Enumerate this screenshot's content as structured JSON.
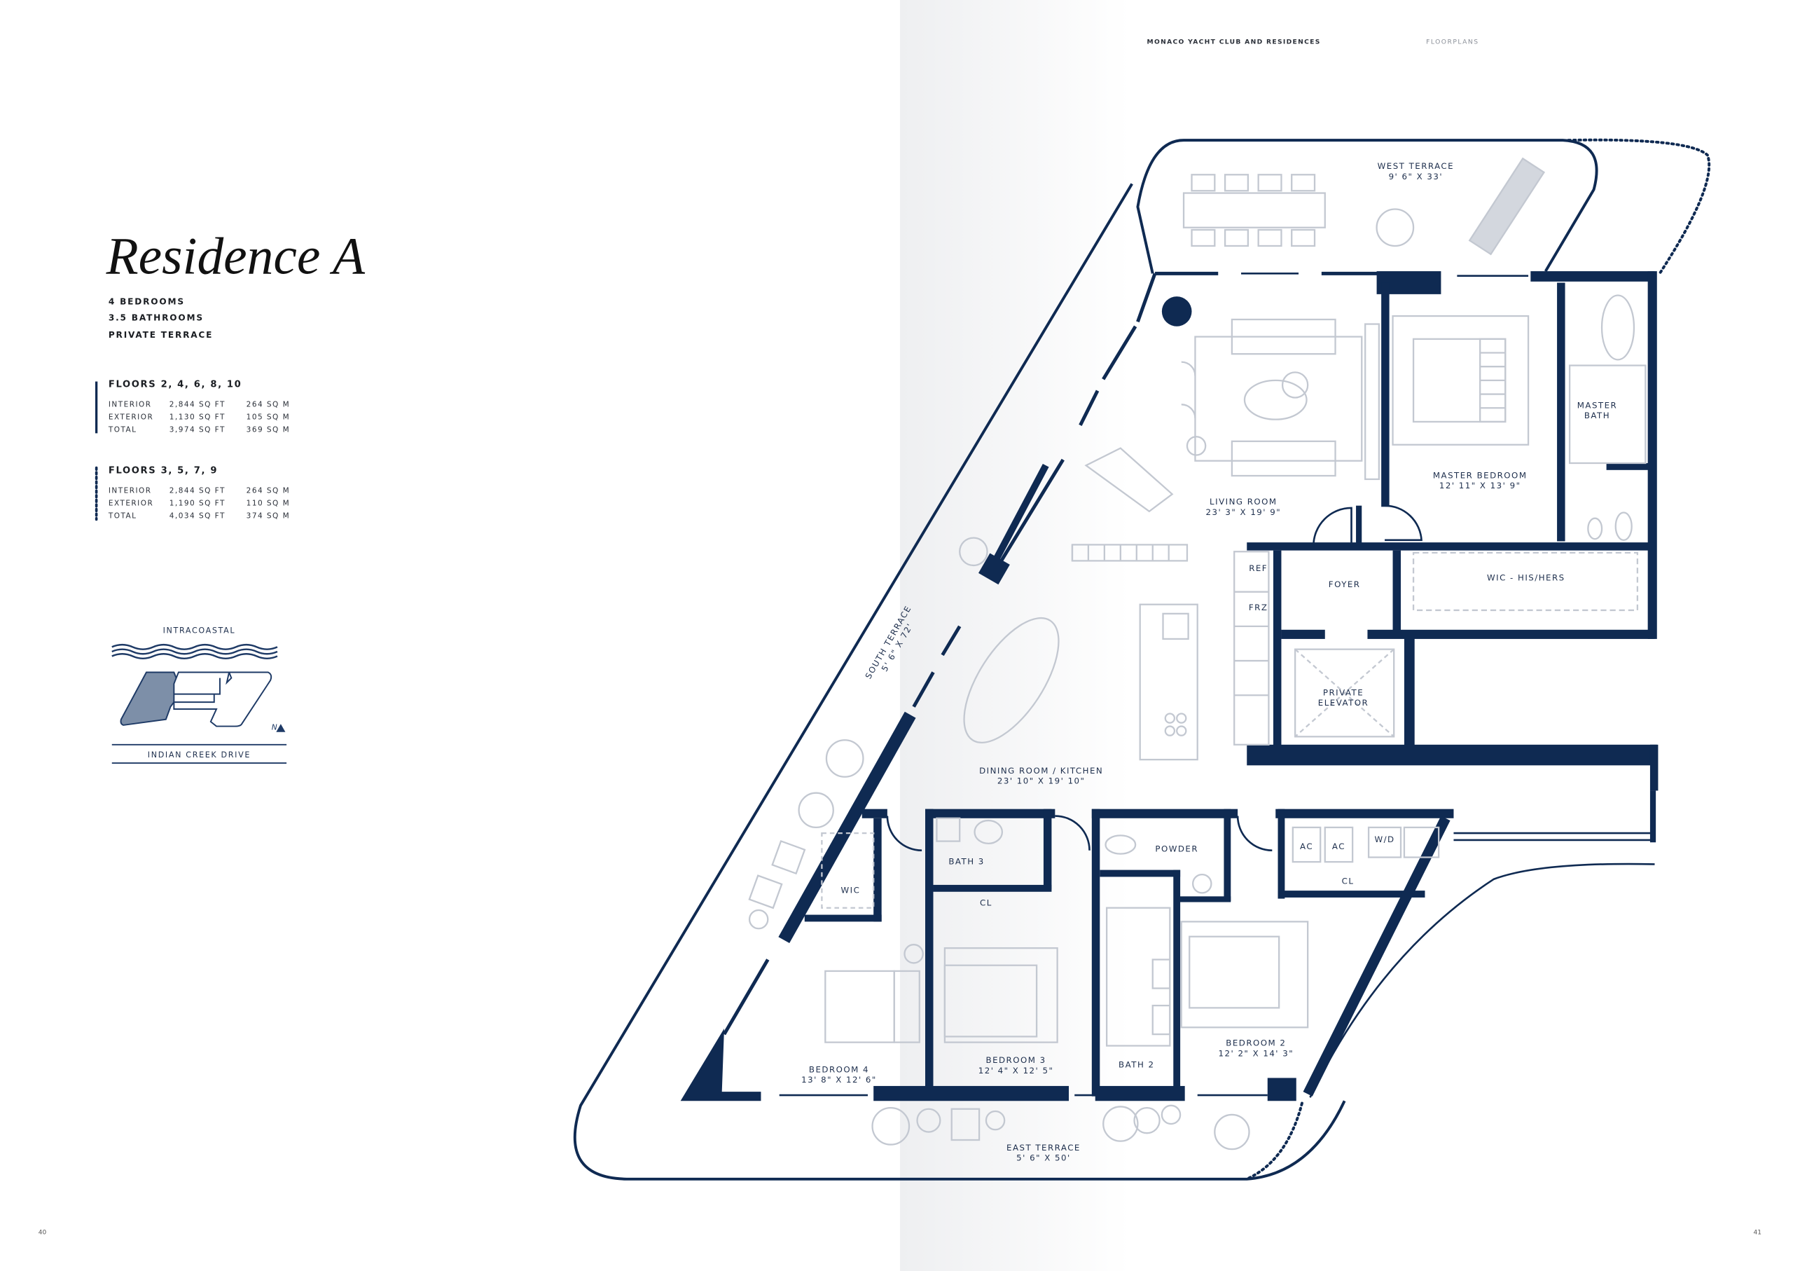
{
  "header": {
    "project": "MONACO YACHT CLUB AND RESIDENCES",
    "section": "FLOORPLANS"
  },
  "residence": {
    "title": "Residence A",
    "features": [
      "4 BEDROOMS",
      "3.5 BATHROOMS",
      "PRIVATE TERRACE"
    ]
  },
  "floor_groups": [
    {
      "title": "FLOORS 2, 4, 6, 8, 10",
      "marker": "solid-line",
      "rows": [
        {
          "label": "INTERIOR",
          "sqft": "2,844 SQ FT",
          "sqm": "264 SQ M"
        },
        {
          "label": "EXTERIOR",
          "sqft": "1,130 SQ FT",
          "sqm": "105 SQ M"
        },
        {
          "label": "TOTAL",
          "sqft": "3,974 SQ FT",
          "sqm": "369 SQ M"
        }
      ]
    },
    {
      "title": "FLOORS 3, 5, 7, 9",
      "marker": "dotted-line",
      "rows": [
        {
          "label": "INTERIOR",
          "sqft": "2,844 SQ FT",
          "sqm": "264 SQ M"
        },
        {
          "label": "EXTERIOR",
          "sqft": "1,190 SQ FT",
          "sqm": "110 SQ M"
        },
        {
          "label": "TOTAL",
          "sqft": "4,034 SQ FT",
          "sqm": "374 SQ M"
        }
      ]
    }
  ],
  "key_plan": {
    "top_label": "INTRACOASTAL",
    "bottom_label": "INDIAN CREEK DRIVE",
    "north": "N",
    "highlight_color": "#7d8fa8"
  },
  "rooms": {
    "west_terrace": {
      "name": "WEST TERRACE",
      "dims": "9' 6\" X 33'"
    },
    "living_room": {
      "name": "LIVING ROOM",
      "dims": "23' 3\" X 19' 9\""
    },
    "master_bedroom": {
      "name": "MASTER BEDROOM",
      "dims": "12' 11\" X 13' 9\""
    },
    "master_bath": {
      "line1": "MASTER",
      "line2": "BATH"
    },
    "ref": "REF",
    "frz": "FRZ",
    "foyer": "FOYER",
    "wic_his_hers": "WIC - HIS/HERS",
    "private_elevator": {
      "line1": "PRIVATE",
      "line2": "ELEVATOR"
    },
    "south_terrace": {
      "name": "SOUTH TERRACE",
      "dims": "5' 6\" X 72'"
    },
    "dining_kitchen": {
      "name": "DINING ROOM / KITCHEN",
      "dims": "23' 10\" X 19' 10\""
    },
    "bath_3": "BATH 3",
    "cl_1": "CL",
    "wic": "WIC",
    "powder": "POWDER",
    "ac_1": "AC",
    "ac_2": "AC",
    "wd": "W/D",
    "cl_2": "CL",
    "bedroom_4": {
      "name": "BEDROOM 4",
      "dims": "13' 8\" X 12' 6\""
    },
    "bedroom_3": {
      "name": "BEDROOM 3",
      "dims": "12' 4\" X 12' 5\""
    },
    "bath_2": "BATH 2",
    "bedroom_2": {
      "name": "BEDROOM 2",
      "dims": "12' 2\" X 14' 3\""
    },
    "east_terrace": {
      "name": "EAST TERRACE",
      "dims": "5' 6\" X 50'"
    }
  },
  "pages": {
    "left": "40",
    "right": "41"
  },
  "colors": {
    "navy": "#0f2a52",
    "furniture": "#c3c8d1",
    "text": "#1e2f4d"
  }
}
